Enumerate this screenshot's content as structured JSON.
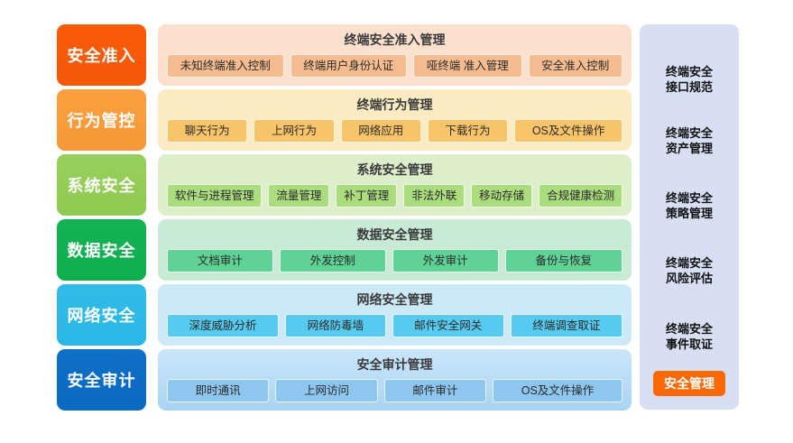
{
  "diagram": {
    "background": "#ffffff",
    "rows": [
      {
        "badge": "安全准入",
        "badge_color": "#f95a06",
        "panel_color": "#fae0cd",
        "title": "终端安全准入管理",
        "chips": [
          "未知终端准入控制",
          "终端用户身份认证",
          "哑终端 准入管理",
          "安全准入控制"
        ]
      },
      {
        "badge": "行为管控",
        "badge_color": "#fb9f3f",
        "panel_color": "#fbebc2",
        "title": "终端行为管理",
        "chips": [
          "聊天行为",
          "上网行为",
          "网络应用",
          "下载行为",
          "OS及文件操作"
        ]
      },
      {
        "badge": "系统安全",
        "badge_color": "#97cf5c",
        "panel_color": "#ddeecb",
        "title": "系统安全管理",
        "chips": [
          "软件与进程管理",
          "流量管理",
          "补丁管理",
          "非法外联",
          "移动存储",
          "合规健康检测"
        ]
      },
      {
        "badge": "数据安全",
        "badge_color": "#13b254",
        "panel_color": "#c9ebd5",
        "title": "数据安全管理",
        "chips": [
          "文档审计",
          "外发控制",
          "外发审计",
          "备份与恢复"
        ]
      },
      {
        "badge": "网络安全",
        "badge_color": "#31bce8",
        "panel_color": "#cbe9f7",
        "title": "网络安全管理",
        "chips": [
          "深度威胁分析",
          "网络防毒墙",
          "邮件安全网关",
          "终端调查取证"
        ]
      },
      {
        "badge": "安全审计",
        "badge_color": "#0f70c8",
        "panel_color": "#cbe6fa",
        "title": "安全审计管理",
        "chips": [
          "即时通讯",
          "上网访问",
          "邮件审计",
          "OS及文件操作"
        ]
      }
    ]
  },
  "aside": {
    "background": "#d6e0f2",
    "labels": [
      {
        "line1": "终端安全",
        "line2": "接口规范"
      },
      {
        "line1": "终端安全",
        "line2": "资产管理"
      },
      {
        "line1": "终端安全",
        "line2": "策略管理"
      },
      {
        "line1": "终端安全",
        "line2": "风险评估"
      },
      {
        "line1": "终端安全",
        "line2": "事件取证"
      }
    ],
    "button": {
      "label": "安全管理",
      "color": "#f96a07"
    }
  }
}
